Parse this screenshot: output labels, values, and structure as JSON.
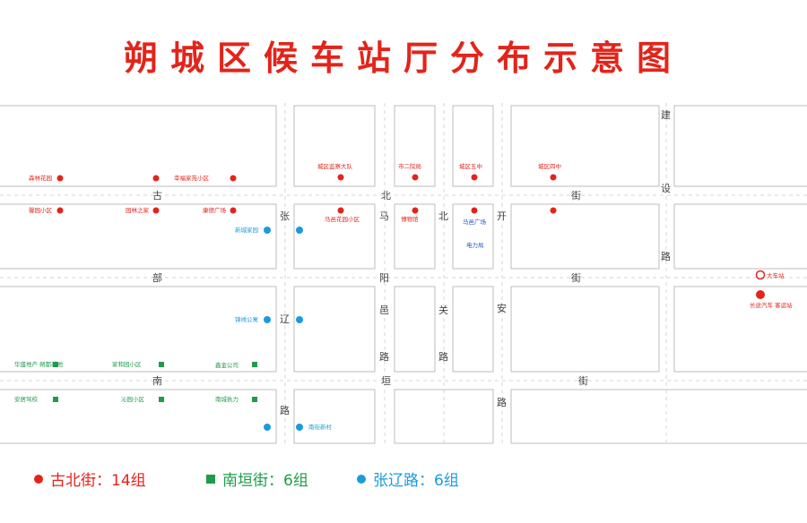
{
  "title": "朔城区候车站厅分布示意图",
  "colors": {
    "gubei": "#e3241b",
    "nanyuan": "#1f9c4a",
    "zhangliao": "#1a9be0",
    "road": "#e9e9e9",
    "block_stroke": "#bdbdbd"
  },
  "roads": {
    "gubei_jie": [
      "古",
      "北",
      "街"
    ],
    "nanyuan_jie": [
      "南",
      "垣",
      "街"
    ],
    "bu_jie": [
      "部",
      "街"
    ],
    "jianshe_lu": [
      "建",
      "设",
      "路"
    ],
    "zhangliao_lu": [
      "张",
      "辽",
      "路"
    ],
    "mayi_lu": [
      "马",
      "邑",
      "路"
    ],
    "beiguan_lu": [
      "北",
      "关",
      "路"
    ],
    "kaian_lu": [
      "开",
      "安",
      "路"
    ],
    "ma_char": "阳"
  },
  "stops": {
    "gubei": [
      "森林花园",
      "幸福家苑小区",
      "城区监察大队",
      "市二院局",
      "城区五中",
      "城区四中",
      "馨园小区",
      "园林之家",
      "康德广场",
      "马邑花园小区",
      "博物馆",
      "",
      "大车站"
    ],
    "nanyuan": [
      "华盛地产 朔都基地",
      "家和园小区",
      "鑫金公司",
      "安居驾校",
      "沁园小区",
      "南城执力"
    ],
    "zhangliao": [
      "新城家园",
      "锦绣公寓",
      "南街新村"
    ]
  },
  "misc": {
    "bus_station": "长途汽车 客运站",
    "plaza": "马邑广场",
    "jd": "电力局"
  },
  "legend": [
    {
      "label": "古北街：14组",
      "shape": "dot",
      "color": "#e3241b"
    },
    {
      "label": "南垣街：6组",
      "shape": "square",
      "color": "#1f9c4a"
    },
    {
      "label": "张辽路：6组",
      "shape": "dot",
      "color": "#1a9be0"
    }
  ]
}
